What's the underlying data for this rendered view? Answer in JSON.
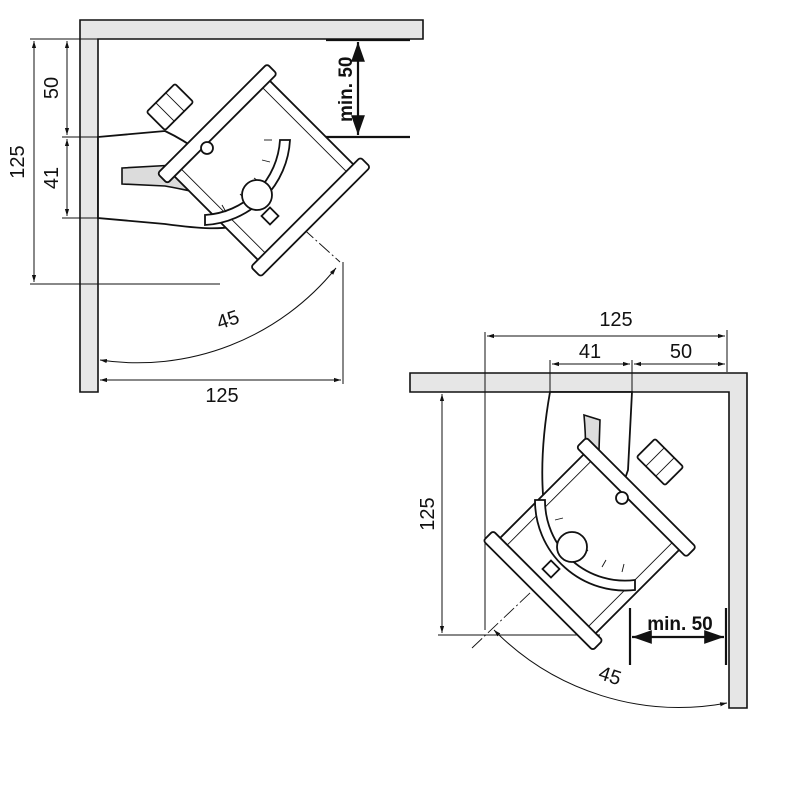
{
  "diagram": {
    "left_view": {
      "dim_total_vertical": "125",
      "dim_top_offset": "50",
      "dim_bracket_width": "41",
      "dim_total_horizontal": "125",
      "dim_angle": "45",
      "dim_min_clearance": "min. 50"
    },
    "right_view": {
      "dim_total_horizontal": "125",
      "dim_bracket_width": "41",
      "dim_side_offset": "50",
      "dim_total_vertical": "125",
      "dim_angle": "45",
      "dim_min_clearance": "min. 50"
    }
  }
}
